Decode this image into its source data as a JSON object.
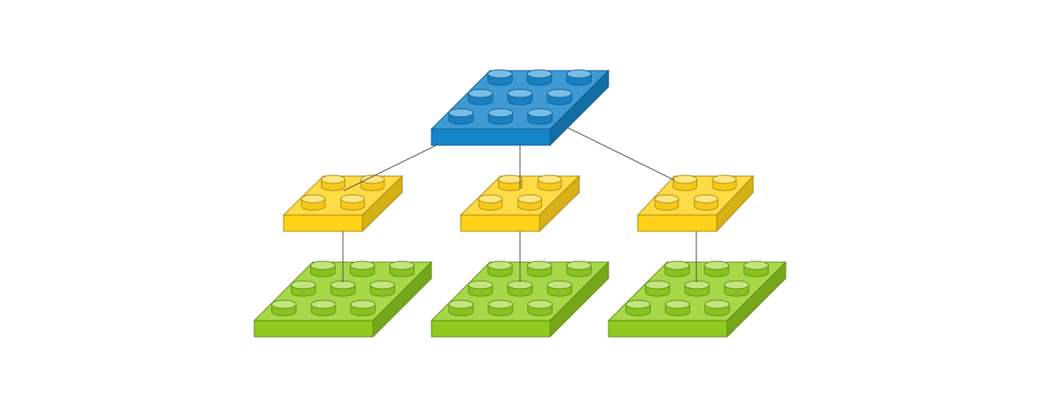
{
  "diagram": {
    "kind": "hierarchy of brick plates",
    "levels": [
      {
        "level": 1,
        "color_name": "blue",
        "plates": [
          {
            "id": "root",
            "studs": [
              3,
              3
            ],
            "parent": null
          }
        ]
      },
      {
        "level": 2,
        "color_name": "yellow",
        "plates": [
          {
            "id": "mid-left",
            "studs": [
              2,
              2
            ],
            "parent": "root"
          },
          {
            "id": "mid-center",
            "studs": [
              2,
              2
            ],
            "parent": "root"
          },
          {
            "id": "mid-right",
            "studs": [
              2,
              2
            ],
            "parent": "root"
          }
        ]
      },
      {
        "level": 3,
        "color_name": "green",
        "plates": [
          {
            "id": "leaf-left",
            "studs": [
              3,
              3
            ],
            "parent": "mid-left"
          },
          {
            "id": "leaf-center",
            "studs": [
              3,
              3
            ],
            "parent": "mid-center"
          },
          {
            "id": "leaf-right",
            "studs": [
              3,
              3
            ],
            "parent": "mid-right"
          }
        ]
      }
    ],
    "colors": {
      "blue": {
        "front": "#1685c7",
        "top": "#3f9ad3",
        "side": "#136ea6",
        "stroke": "#0e5f91",
        "stud_top": "#78bde6",
        "stud_side": "#1a7fc0"
      },
      "yellow": {
        "front": "#ffd217",
        "top": "#ffdb47",
        "side": "#d6b015",
        "stroke": "#a78a10",
        "stud_top": "#ffe680",
        "stud_side": "#f7c81a"
      },
      "green": {
        "front": "#8fca1e",
        "top": "#a7d84a",
        "side": "#74a81a",
        "stroke": "#5f8c15",
        "stud_top": "#c3e57f",
        "stud_side": "#88c21f"
      },
      "connector": "#555555"
    }
  }
}
